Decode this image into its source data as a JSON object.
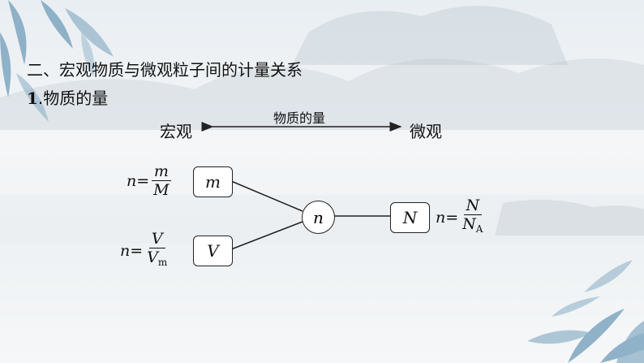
{
  "heading": {
    "line1": "二、宏观物质与微观粒子间的计量关系",
    "line2_num": "1",
    "line2_text": ".物质的量"
  },
  "diagram": {
    "macro_label": "宏观",
    "micro_label": "微观",
    "arrow_label": "物质的量",
    "box_m": "m",
    "box_V": "V",
    "box_N": "N",
    "circle_n": "n",
    "formula_m": {
      "lhs": "n=",
      "num": "m",
      "den": "M"
    },
    "formula_V": {
      "lhs": "n=",
      "num": "V",
      "den": "V",
      "den_sub": "m"
    },
    "formula_N": {
      "lhs": "n=",
      "num": "N",
      "den": "N",
      "den_sub": "A"
    }
  }
}
